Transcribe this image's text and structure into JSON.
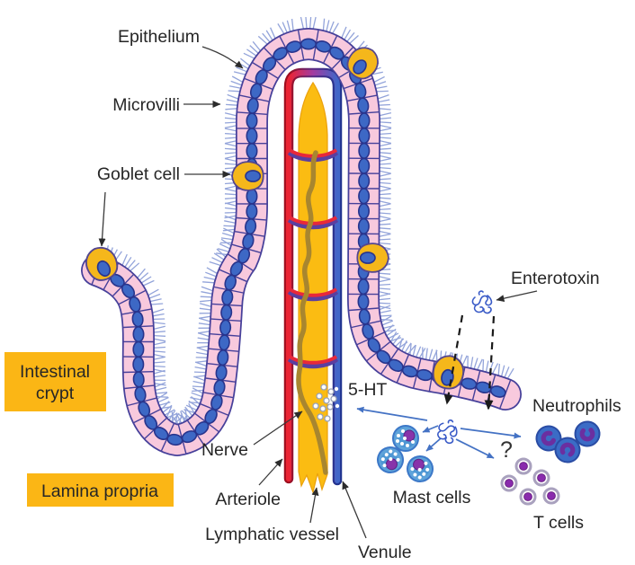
{
  "figure": {
    "type": "biomedical-diagram",
    "subject": "Intestinal villus and crypt responding to enterotoxin"
  },
  "labels": {
    "epithelium": "Epithelium",
    "microvilli": "Microvilli",
    "goblet_cell": "Goblet cell",
    "intestinal_crypt_line1": "Intestinal",
    "intestinal_crypt_line2": "crypt",
    "lamina_propria": "Lamina propria",
    "nerve": "Nerve",
    "arteriole": "Arteriole",
    "lymphatic_vessel": "Lymphatic vessel",
    "venule": "Venule",
    "serotonin": "5-HT",
    "enterotoxin": "Enterotoxin",
    "neutrophils": "Neutrophils",
    "mast_cells": "Mast cells",
    "t_cells": "T cells",
    "question_mark": "?"
  },
  "colors": {
    "epithelium_fill": "#F8C9DD",
    "cell_outline": "#46409A",
    "nucleus_blue": "#3D68C5",
    "microvilli": "#93A4DA",
    "goblet_yellow": "#F5B71B",
    "arteriole_red": "#EB2433",
    "venule_blue": "#4166C8",
    "capillary_purple": "#5A3FA0",
    "lymphatic_yellow": "#FBBC12",
    "nerve_olive": "#A8862F",
    "label_box_orange": "#FBB615",
    "signal_arrow_blue": "#4472C4",
    "mast_cell_fill": "#5EA3DA",
    "neutrophil_fill": "#3B6CC6",
    "t_cell_purple": "#8A2BAD",
    "text": "#262626"
  },
  "cell_counts": {
    "goblet_cells": 5,
    "mast_cells": 3,
    "neutrophils": 3,
    "t_cells": 5,
    "capillary_arcs": 4
  }
}
